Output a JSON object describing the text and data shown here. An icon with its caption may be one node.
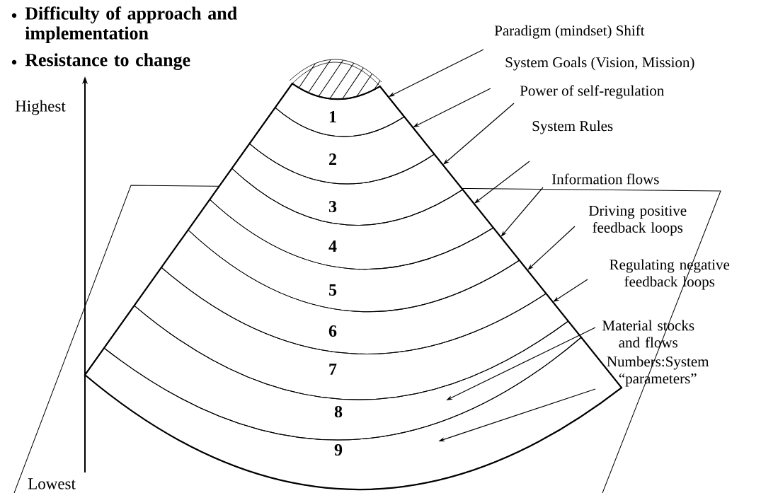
{
  "diagram": {
    "nodes": [
      {
        "text": [],
        "shape": "ellipse"
      },
      {
        "text": [
          "1"
        ]
      },
      {
        "text": [
          "2"
        ]
      },
      {
        "text": [
          "3"
        ]
      },
      {
        "text": [
          "4"
        ]
      },
      {
        "text": [
          "5"
        ]
      },
      {
        "text": [
          "6"
        ]
      },
      {
        "text": [
          "7"
        ]
      },
      {
        "text": [
          "8"
        ]
      },
      {
        "text": [
          "9"
        ]
      },
      {
        "text": [
          "Paradigm (mindset) Shift"
        ]
      },
      {
        "text": [
          "System Goals (Vision, Mission)"
        ]
      },
      {
        "text": [
          "Power of self-regulation"
        ]
      },
      {
        "text": [
          "System Rules"
        ]
      },
      {
        "text": [
          "Information flows"
        ]
      },
      {
        "text": [
          "Driving positive feedback loops"
        ]
      },
      {
        "text": [
          "Regulating negative feedback loops"
        ]
      },
      {
        "text": [
          "Material stocks and flows"
        ]
      },
      {
        "text": [
          "Numbers:System “parameters”"
        ]
      }
    ],
    "edges": [
      {
        "from": 10,
        "to": 1,
        "arrow": "to"
      },
      {
        "from": 11,
        "to": 2,
        "arrow": "to"
      },
      {
        "from": 12,
        "to": 3,
        "arrow": "to"
      },
      {
        "from": 13,
        "to": 4,
        "arrow": "to"
      },
      {
        "from": 14,
        "to": 5,
        "arrow": "to"
      },
      {
        "from": 15,
        "to": 6,
        "arrow": "to"
      },
      {
        "from": 16,
        "to": 7,
        "arrow": "to"
      },
      {
        "from": 17,
        "to": 8,
        "arrow": "to"
      },
      {
        "from": 18,
        "to": 9,
        "arrow": "to"
      }
    ],
    "labels": [
      "Difficulty of approach and implementation",
      "Resistance to change",
      "Highest",
      "Lowest"
    ]
  }
}
